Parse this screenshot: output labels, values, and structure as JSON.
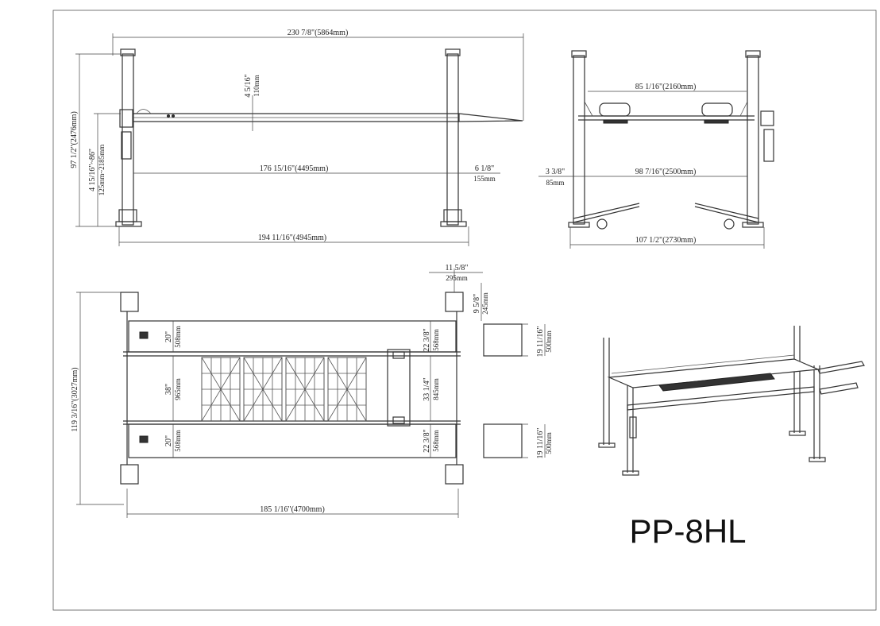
{
  "model": "PP-8HL",
  "side_view": {
    "overall_length": "230 7/8\"(5864mm)",
    "overall_height": "97 1/2\"(2476mm)",
    "deck_thickness_in": "4 5/16\"",
    "deck_thickness_mm": "110mm",
    "runway_length": "176 15/16\"(4495mm)",
    "ramp_length_in": "6 1/8\"",
    "ramp_length_mm": "155mm",
    "lowered_height_in": "4 15/16\"~86\"",
    "lowered_height_mm": "125mm~2185mm",
    "column_spacing": "194 11/16\"(4945mm)"
  },
  "end_view": {
    "inner_width": "85 1/16\"(2160mm)",
    "side_offset_in": "3 3/8\"",
    "side_offset_mm": "85mm",
    "clear_width": "98 7/16\"(2500mm)",
    "overall_width": "107 1/2\"(2730mm)"
  },
  "top_view": {
    "overall_width": "119 3/16\"(3027mm)",
    "runway_width_top_in": "20\"",
    "runway_width_top_mm": "508mm",
    "center_gap_in": "38\"",
    "center_gap_mm": "965mm",
    "runway_width_bottom_in": "20\"",
    "runway_width_bottom_mm": "508mm",
    "ramp_offset_in": "11 5/8\"",
    "ramp_offset_mm": "295mm",
    "post_depth_in": "9 5/8\"",
    "post_depth_mm": "245mm",
    "track_top_in": "22 3/8\"",
    "track_top_mm": "568mm",
    "inner_span_in": "33 1/4\"",
    "inner_span_mm": "845mm",
    "track_bottom_in": "22 3/8\"",
    "track_bottom_mm": "568mm",
    "ramp_width_top_in": "19 11/16\"",
    "ramp_width_top_mm": "500mm",
    "ramp_width_bottom_in": "19 11/16\"",
    "ramp_width_bottom_mm": "500mm",
    "post_span": "185 1/16\"(4700mm)"
  }
}
